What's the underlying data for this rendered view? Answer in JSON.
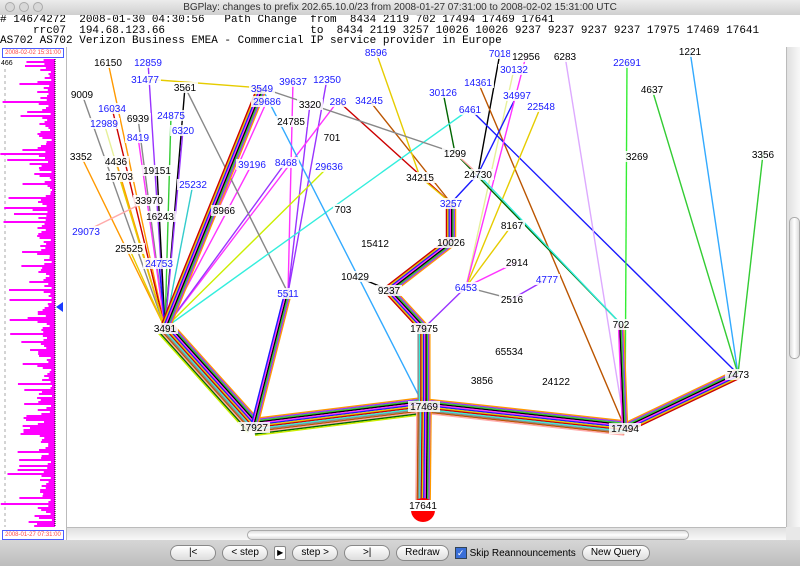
{
  "window": {
    "title": "BGPlay: changes to prefix 202.65.10.0/23 from 2008-01-27 07:31:00 to 2008-02-02 15:31:00 UTC"
  },
  "header": {
    "line1": "# 146/4272  2008-01-30 04:30:56   Path Change  from  8434 2119 702 17494 17469 17641",
    "line2": "     rrc07  194.68.123.66                      to  8434 2119 3257 10026 10026 9237 9237 9237 9237 17975 17469 17641",
    "line3": "AS702 AS702 Verizon Business EMEA - Commercial IP service provider in Europe"
  },
  "timeline": {
    "end_date": "2008-02-02 15:31:00",
    "start_date": "2008-01-27 07:31:00",
    "max_count": "466",
    "current_position": 0.53,
    "bar_color": "#ff00ff",
    "marker_color": "#1a3cff"
  },
  "colors": {
    "new_node": "#1a1aff",
    "node": "#000000",
    "origin": "#ff0000"
  },
  "graph": {
    "nodes": [
      {
        "as": "16150",
        "type": "black"
      },
      {
        "as": "12859",
        "type": "blue"
      },
      {
        "as": "9009",
        "type": "black"
      },
      {
        "as": "31477",
        "type": "blue"
      },
      {
        "as": "3561",
        "type": "black"
      },
      {
        "as": "3549",
        "type": "blue"
      },
      {
        "as": "16034",
        "type": "blue"
      },
      {
        "as": "12989",
        "type": "blue"
      },
      {
        "as": "6939",
        "type": "black"
      },
      {
        "as": "24875",
        "type": "blue"
      },
      {
        "as": "8419",
        "type": "blue"
      },
      {
        "as": "6320",
        "type": "blue"
      },
      {
        "as": "3352",
        "type": "black"
      },
      {
        "as": "4436",
        "type": "black"
      },
      {
        "as": "15703",
        "type": "black"
      },
      {
        "as": "19151",
        "type": "black"
      },
      {
        "as": "25232",
        "type": "blue"
      },
      {
        "as": "33970",
        "type": "black"
      },
      {
        "as": "16243",
        "type": "black"
      },
      {
        "as": "8966",
        "type": "black"
      },
      {
        "as": "29073",
        "type": "blue"
      },
      {
        "as": "25525",
        "type": "black"
      },
      {
        "as": "24753",
        "type": "blue"
      },
      {
        "as": "3491",
        "type": "black"
      },
      {
        "as": "29686",
        "type": "blue"
      },
      {
        "as": "39637",
        "type": "blue"
      },
      {
        "as": "12350",
        "type": "blue"
      },
      {
        "as": "3320",
        "type": "black"
      },
      {
        "as": "24785",
        "type": "black"
      },
      {
        "as": "286",
        "type": "blue"
      },
      {
        "as": "34245",
        "type": "blue"
      },
      {
        "as": "701",
        "type": "black"
      },
      {
        "as": "39196",
        "type": "blue"
      },
      {
        "as": "8468",
        "type": "blue"
      },
      {
        "as": "29636",
        "type": "blue"
      },
      {
        "as": "703",
        "type": "black"
      },
      {
        "as": "15412",
        "type": "black"
      },
      {
        "as": "5511",
        "type": "blue"
      },
      {
        "as": "8596",
        "type": "blue"
      },
      {
        "as": "7018",
        "type": "blue"
      },
      {
        "as": "12956",
        "type": "black"
      },
      {
        "as": "6283",
        "type": "black"
      },
      {
        "as": "30132",
        "type": "blue"
      },
      {
        "as": "14361",
        "type": "blue"
      },
      {
        "as": "30126",
        "type": "blue"
      },
      {
        "as": "34997",
        "type": "blue"
      },
      {
        "as": "6461",
        "type": "blue"
      },
      {
        "as": "22548",
        "type": "blue"
      },
      {
        "as": "22691",
        "type": "blue"
      },
      {
        "as": "1221",
        "type": "black"
      },
      {
        "as": "4637",
        "type": "black"
      },
      {
        "as": "1299",
        "type": "black"
      },
      {
        "as": "34215",
        "type": "black"
      },
      {
        "as": "24730",
        "type": "black"
      },
      {
        "as": "3257",
        "type": "blue"
      },
      {
        "as": "10026",
        "type": "black"
      },
      {
        "as": "8167",
        "type": "black"
      },
      {
        "as": "10429",
        "type": "black"
      },
      {
        "as": "9237",
        "type": "black"
      },
      {
        "as": "2914",
        "type": "black"
      },
      {
        "as": "6453",
        "type": "blue"
      },
      {
        "as": "4777",
        "type": "blue"
      },
      {
        "as": "2516",
        "type": "black"
      },
      {
        "as": "17975",
        "type": "black"
      },
      {
        "as": "702",
        "type": "black"
      },
      {
        "as": "3269",
        "type": "black"
      },
      {
        "as": "3356",
        "type": "black"
      },
      {
        "as": "65534",
        "type": "black"
      },
      {
        "as": "3856",
        "type": "black"
      },
      {
        "as": "24122",
        "type": "black"
      },
      {
        "as": "7473",
        "type": "black"
      },
      {
        "as": "17469",
        "type": "black"
      },
      {
        "as": "17927",
        "type": "black"
      },
      {
        "as": "17494",
        "type": "black"
      },
      {
        "as": "17641",
        "type": "origin"
      }
    ],
    "edges": [
      [
        "16150",
        "3491",
        "#ff9900"
      ],
      [
        "12859",
        "3491",
        "#9933ff"
      ],
      [
        "9009",
        "3491",
        "#888888"
      ],
      [
        "31477",
        "3549",
        "#e6cc00"
      ],
      [
        "3561",
        "3491",
        "#000000"
      ],
      [
        "3549",
        "3491",
        "#33cc33"
      ],
      [
        "16034",
        "3491",
        "#cc0000"
      ],
      [
        "12989",
        "3491",
        "#e6f09a"
      ],
      [
        "6939",
        "3491",
        "#888888"
      ],
      [
        "24875",
        "3491",
        "#33cc33"
      ],
      [
        "8419",
        "3491",
        "#ff33ff"
      ],
      [
        "6320",
        "3491",
        "#9933ff"
      ],
      [
        "3352",
        "3491",
        "#ff9900"
      ],
      [
        "4436",
        "3491",
        "#ff9900"
      ],
      [
        "15703",
        "3491",
        "#e6cc00"
      ],
      [
        "19151",
        "3491",
        "#000000"
      ],
      [
        "25232",
        "3491",
        "#33cccc"
      ],
      [
        "29073",
        "33970",
        "#ffaaaa"
      ],
      [
        "24753",
        "3491",
        "#1a1aff"
      ],
      [
        "25525",
        "3491",
        "#e6cc00"
      ],
      [
        "29686",
        "3491",
        "#ff33ff"
      ],
      [
        "39637",
        "5511",
        "#ff33ff"
      ],
      [
        "12350",
        "5511",
        "#9933ff"
      ],
      [
        "3320",
        "5511",
        "#9933ff"
      ],
      [
        "286",
        "3491",
        "#ff33ff"
      ],
      [
        "286",
        "3257",
        "#cc0000"
      ],
      [
        "34245",
        "3257",
        "#bb5500"
      ],
      [
        "39196",
        "3491",
        "#ff33ff"
      ],
      [
        "8468",
        "3491",
        "#9933ff"
      ],
      [
        "29636",
        "3491",
        "#ccee00"
      ],
      [
        "3561",
        "5511",
        "#888888"
      ],
      [
        "8596",
        "34215",
        "#e6cc00"
      ],
      [
        "7018",
        "24730",
        "#000000"
      ],
      [
        "30132",
        "6453",
        "#e6f09a"
      ],
      [
        "14361",
        "17494",
        "#bb5500"
      ],
      [
        "30126",
        "1299",
        "#006600"
      ],
      [
        "34997",
        "24730",
        "#1a1aff"
      ],
      [
        "6461",
        "7473",
        "#1a1aff"
      ],
      [
        "22548",
        "6453",
        "#e6cc00"
      ],
      [
        "22691",
        "17494",
        "#33ee33"
      ],
      [
        "12956",
        "6453",
        "#ff33ff"
      ],
      [
        "6283",
        "17494",
        "#ddaaff"
      ],
      [
        "1221",
        "7473",
        "#33aaff"
      ],
      [
        "4637",
        "7473",
        "#33cc33"
      ],
      [
        "3356",
        "7473",
        "#33cc33"
      ],
      [
        "1299",
        "702",
        "#006600"
      ],
      [
        "1299",
        "24730",
        "#ffaaaa"
      ],
      [
        "34215",
        "3257",
        "#e6cc00"
      ],
      [
        "24730",
        "3257",
        "#1a1aff"
      ],
      [
        "24730",
        "702",
        "#33eedd"
      ],
      [
        "8167",
        "6453",
        "#e6cc00"
      ],
      [
        "2914",
        "6453",
        "#ff33ff"
      ],
      [
        "4777",
        "2516",
        "#9933ff"
      ],
      [
        "2516",
        "6453",
        "#888888"
      ],
      [
        "6453",
        "17975",
        "#9933ff"
      ],
      [
        "10429",
        "9237",
        "#000000"
      ],
      [
        "6461",
        "3491",
        "#33eedd"
      ],
      [
        "3549",
        "1299",
        "#888888"
      ],
      [
        "3549",
        "17469",
        "#33aaff"
      ]
    ],
    "bundles": [
      [
        "3491",
        "17927",
        14
      ],
      [
        "17927",
        "17469",
        14
      ],
      [
        "17469",
        "17494",
        12
      ],
      [
        "17494",
        "7473",
        8
      ],
      [
        "17469",
        "17641",
        12
      ],
      [
        "17975",
        "17469",
        10
      ],
      [
        "3257",
        "10026",
        8
      ],
      [
        "10026",
        "9237",
        8
      ],
      [
        "9237",
        "17975",
        8
      ],
      [
        "5511",
        "17927",
        6
      ],
      [
        "702",
        "17494",
        5
      ],
      [
        "3549",
        "3491",
        8
      ]
    ],
    "bundle_palette": [
      "#ff9900",
      "#9933ff",
      "#33cc33",
      "#000000",
      "#ff33ff",
      "#1a1aff",
      "#e6cc00",
      "#cc0000",
      "#33eedd",
      "#888888",
      "#bb5500",
      "#ffaaaa",
      "#006600",
      "#ccee00"
    ]
  },
  "toolbar": {
    "first_label": "|<",
    "prev_label": "< step",
    "play_label": "▶",
    "next_label": "step >",
    "last_label": ">|",
    "redraw_label": "Redraw",
    "skip_label": "Skip Reannouncements",
    "skip_checked": true,
    "new_query_label": "New Query"
  }
}
